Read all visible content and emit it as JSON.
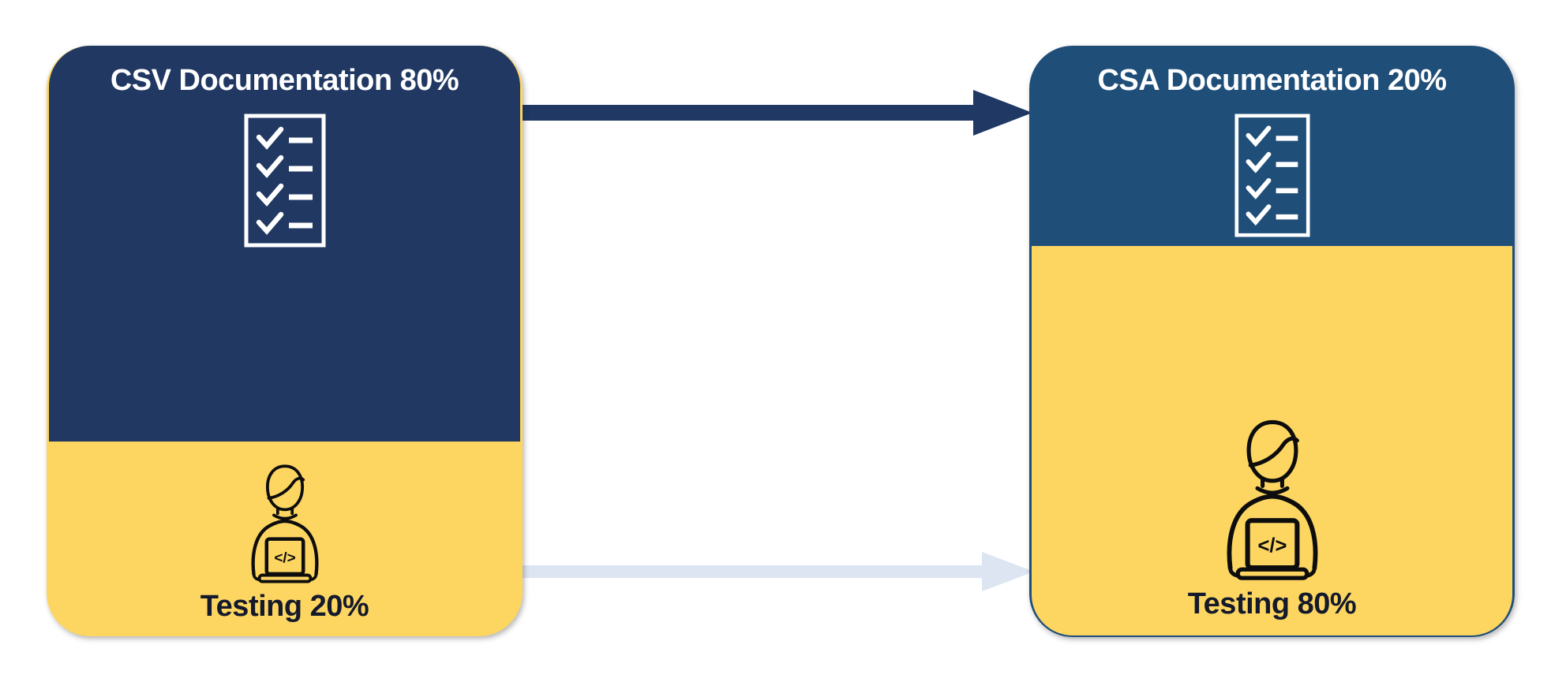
{
  "colors": {
    "canvas_bg": "#FFFFFF",
    "csv_doc_blue": "#213863",
    "csa_doc_blue": "#1F4E79",
    "testing_yellow": "#FDD662",
    "doc_arrow": "#1F3864",
    "testing_arrow": "#DCE5F1",
    "title_text": "#FFFFFF",
    "testing_text": "#14192B",
    "icon_dark": "#0D0D0D",
    "icon_light": "#FFFFFF"
  },
  "cards": [
    {
      "id": "csv",
      "doc_label": "CSV Documentation 80%",
      "doc_pct": 80,
      "testing_label": "Testing 20%",
      "testing_pct": 20
    },
    {
      "id": "csa",
      "doc_label": "CSA Documentation 20%",
      "doc_pct": 20,
      "testing_label": "Testing 80%",
      "testing_pct": 80
    }
  ],
  "glyphs": {
    "code": "</>"
  },
  "arrows": [
    {
      "name": "documentation-flow",
      "from": "csv",
      "to": "csa"
    },
    {
      "name": "testing-flow",
      "from": "csv",
      "to": "csa"
    }
  ]
}
